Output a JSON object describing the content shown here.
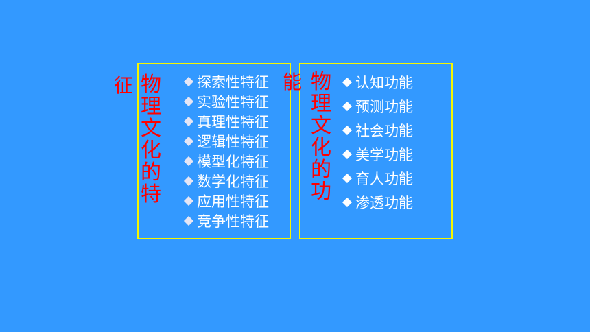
{
  "left_panel": {
    "title_chars": [
      "物",
      "理",
      "文",
      "化",
      "的",
      "特"
    ],
    "stray_char": "征",
    "items": [
      "探索性特征",
      "实验性特征",
      "真理性特征",
      "逻辑性特征",
      "模型化特征",
      "数学化特征",
      "应用性特征",
      "竞争性特征"
    ]
  },
  "right_panel": {
    "title_chars": [
      "物",
      "理",
      "文",
      "化",
      "的",
      "功"
    ],
    "stray_char": "能",
    "items": [
      "认知功能",
      "预测功能",
      "社会功能",
      "美学功能",
      "育人功能",
      "渗透功能"
    ]
  },
  "colors": {
    "background": "#3399ff",
    "border": "#f5f500",
    "title": "#ff0000",
    "text": "#ffffff"
  },
  "icons": {
    "bullet": "diamond-bullet-icon"
  }
}
